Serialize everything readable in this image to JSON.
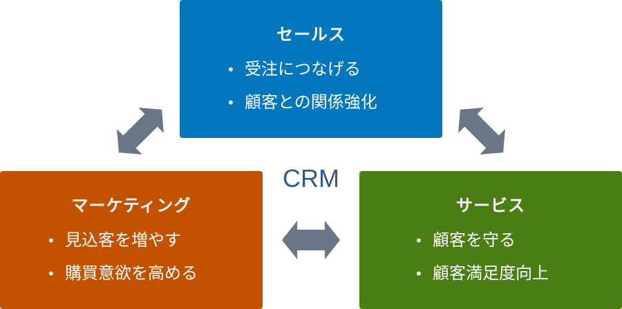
{
  "center_label": "CRM",
  "colors": {
    "sales": "#0277bd",
    "marketing": "#c25100",
    "service": "#4b7d15",
    "arrow": "#6b7786",
    "center_label": "#31598a"
  },
  "boxes": {
    "sales": {
      "title": "セールス",
      "items": [
        "受注につなげる",
        "顧客との関係強化"
      ]
    },
    "marketing": {
      "title": "マーケティング",
      "items": [
        "見込客を増やす",
        "購買意欲を高める"
      ]
    },
    "service": {
      "title": "サービス",
      "items": [
        "顧客を守る",
        "顧客満足度向上"
      ]
    }
  },
  "connections": [
    {
      "from": "marketing",
      "to": "sales",
      "type": "bidirectional"
    },
    {
      "from": "sales",
      "to": "service",
      "type": "bidirectional"
    },
    {
      "from": "marketing",
      "to": "service",
      "type": "bidirectional"
    }
  ]
}
